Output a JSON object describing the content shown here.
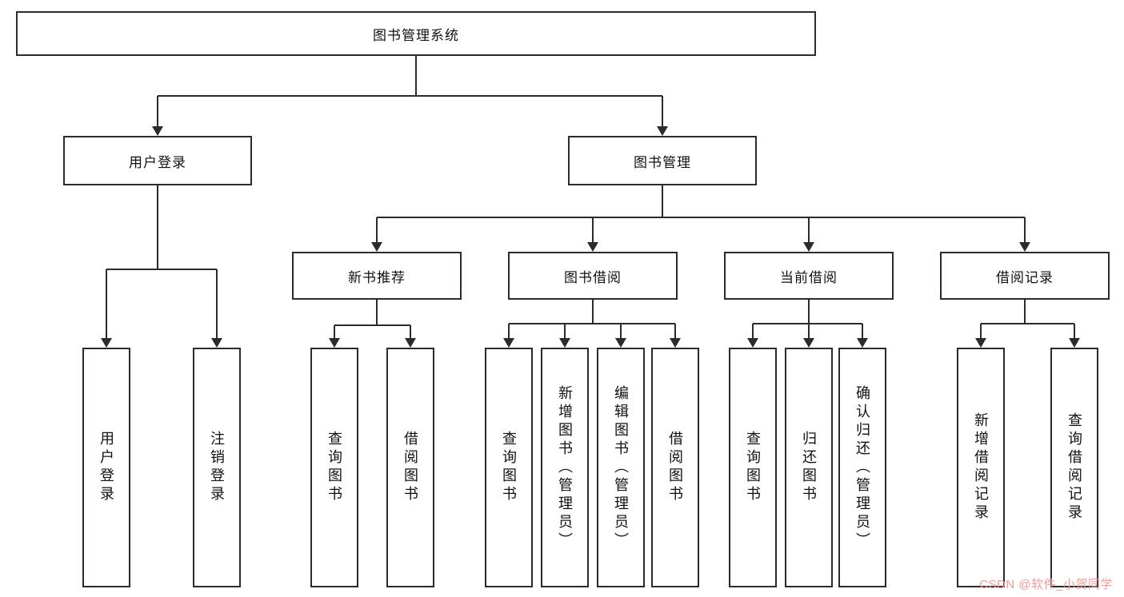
{
  "tree": {
    "root": "图书管理系统",
    "branches": [
      {
        "label": "用户登录",
        "leaves": [
          "用户登录",
          "注销登录"
        ]
      },
      {
        "label": "图书管理",
        "children": [
          {
            "label": "新书推荐",
            "leaves": [
              "查询图书",
              "借阅图书"
            ]
          },
          {
            "label": "图书借阅",
            "leaves": [
              "查询图书",
              "新增图书（管理员）",
              "编辑图书（管理员）",
              "借阅图书"
            ]
          },
          {
            "label": "当前借阅",
            "leaves": [
              "查询图书",
              "归还图书",
              "确认归还（管理员）"
            ]
          },
          {
            "label": "借阅记录",
            "leaves": [
              "新增借阅记录",
              "查询借阅记录"
            ]
          }
        ]
      }
    ]
  },
  "watermark": "CSDN @软件_小贺同学",
  "colors": {
    "line": "#2b2b2b",
    "box_border": "#2b2b2b",
    "text": "#111111",
    "watermark": "#f09a9a"
  }
}
